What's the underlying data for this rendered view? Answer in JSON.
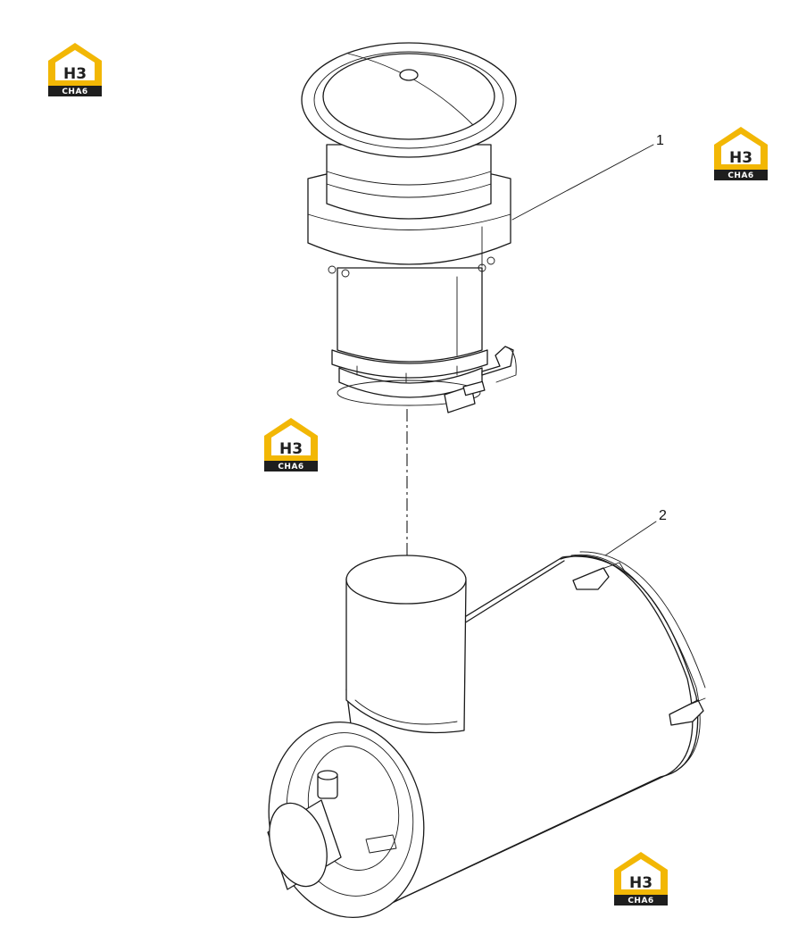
{
  "callouts": [
    {
      "label": "1"
    },
    {
      "label": "2"
    }
  ],
  "watermark": {
    "top_text": "H3",
    "bottom_text": "CHA6",
    "accent_color": "#f2b705",
    "dark_color": "#1e1e1e"
  }
}
